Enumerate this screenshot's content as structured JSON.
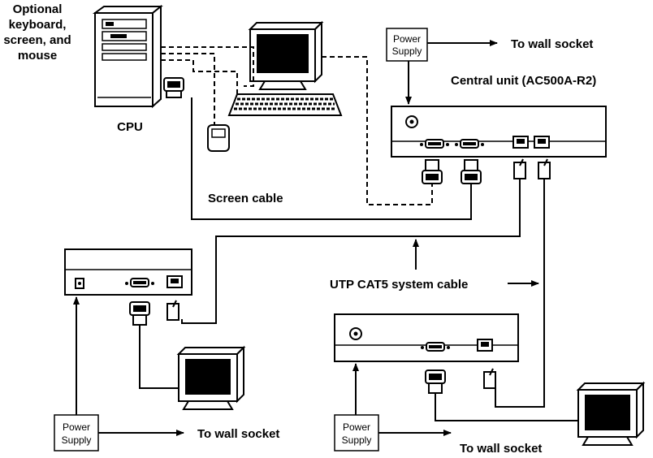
{
  "labels": {
    "optional_devices": [
      "Optional",
      "keyboard,",
      "screen, and",
      "mouse"
    ],
    "cpu": "CPU",
    "screen_cable": "Screen cable",
    "central_unit": "Central unit (AC500A-R2)",
    "utp_cable": "UTP CAT5 system cable",
    "power_supply": [
      "Power",
      "Supply"
    ],
    "wall_socket_top": "To wall socket",
    "wall_socket_left": "To wall socket",
    "wall_socket_right": "To wall socket"
  },
  "colors": {
    "line": "#000000",
    "background": "#ffffff",
    "screen": "#000000"
  },
  "icons": [
    "cpu-tower-icon",
    "workstation-icon",
    "mouse-icon",
    "monitor-icon",
    "vga-connector-icon",
    "rj45-plug-icon",
    "power-port-icon"
  ]
}
